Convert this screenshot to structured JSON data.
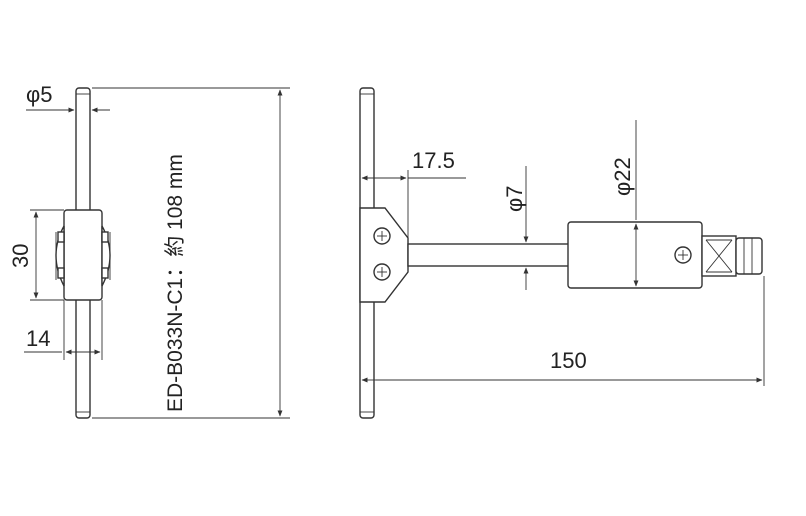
{
  "dimensions": {
    "phi5": "φ5",
    "height30": "30",
    "width14": "14",
    "offset17_5": "17.5",
    "phi7": "φ7",
    "phi22": "φ22",
    "length150": "150"
  },
  "model_label": "ED-B033N-C1：約 108 mm",
  "colors": {
    "line": "#333333",
    "background": "#ffffff"
  }
}
